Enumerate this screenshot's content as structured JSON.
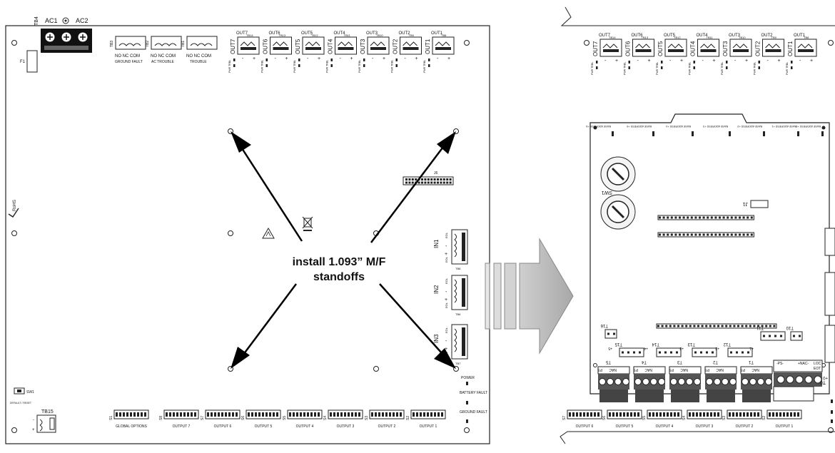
{
  "instruction": {
    "line1": "install 1.093” M/F",
    "line2": "standoffs"
  },
  "left_board": {
    "tb4": "TB4",
    "ac1": "AC1",
    "ac2": "AC2",
    "f1": "F1",
    "rohs": "RoHS",
    "relays": [
      {
        "tb": "TB3",
        "nc_row": "NO NC COM",
        "label": "GROUND FAULT"
      },
      {
        "tb": "TB2",
        "nc_row": "NO NC COM",
        "label": "AC TROUBLE"
      },
      {
        "tb": "TB1",
        "nc_row": "NO NC COM",
        "label": "TROUBLE"
      }
    ],
    "outputs": [
      {
        "label": "OUT7",
        "tb": "TB14"
      },
      {
        "label": "OUT6",
        "tb": "TB13"
      },
      {
        "label": "OUT5",
        "tb": "TB12"
      },
      {
        "label": "OUT4",
        "tb": "TB11"
      },
      {
        "label": "OUT3",
        "tb": "TB10"
      },
      {
        "label": "OUT2",
        "tb": "TB9"
      },
      {
        "label": "OUT1",
        "tb": "TB8"
      }
    ],
    "pwr_trbl": "PWR TRBL",
    "minus": "-",
    "plus": "+",
    "inputs": [
      {
        "label": "IN1",
        "tb": "TB8",
        "eol": "EOL"
      },
      {
        "label": "IN2",
        "tb": "TB6",
        "eol": "EOL"
      },
      {
        "label": "IN3",
        "tb": "TB7",
        "eol": "EOL"
      }
    ],
    "leds": [
      "POWER",
      "BATTERY FAULT",
      "GROUND FAULT"
    ],
    "dip_labels": [
      "GLOBAL OPTIONS",
      "OUTPUT 7",
      "OUTPUT 6",
      "OUTPUT 5",
      "OUTPUT 4",
      "OUTPUT 3",
      "OUTPUT 2",
      "OUTPUT 1"
    ],
    "s_labels": [
      "S1",
      "S8",
      "S7",
      "S6",
      "S5",
      "S4",
      "S3",
      "S2"
    ],
    "tb15": "TB15",
    "sw1": "SW1",
    "sw_caption": "DEFAULT / RESET",
    "j6": "J6"
  },
  "right_board": {
    "outputs": [
      {
        "label": "OUT7",
        "tb": "TB14"
      },
      {
        "label": "OUT6",
        "tb": "TB13"
      },
      {
        "label": "OUT5",
        "tb": "TB12"
      },
      {
        "label": "OUT4",
        "tb": "TB11"
      },
      {
        "label": "OUT3",
        "tb": "TB10"
      },
      {
        "label": "OUT2",
        "tb": "TB9"
      },
      {
        "label": "OUT1",
        "tb": "TB8"
      }
    ],
    "base_addresses": [
      "BASE ADDRESS +6",
      "BASE ADDRESS +5",
      "BASE ADDRESS +4",
      "BASE ADDRESS +3",
      "BASE ADDRESS +2",
      "BASE ADDRESS +1",
      "BASE ADDRESS +0"
    ],
    "sw1": "SW1",
    "j1": "J1",
    "connectors": [
      "T16",
      "T15",
      "T14",
      "T13",
      "T12",
      "T11",
      "T10"
    ],
    "plus_labels": [
      "+5",
      "+4",
      "+3",
      "+2",
      "+1"
    ],
    "module_terms": [
      {
        "ps": "PS",
        "nac": "NAC",
        "t": "T5"
      },
      {
        "ps": "PS",
        "nac": "NAC",
        "t": "T4"
      },
      {
        "ps": "PS",
        "nac": "NAC",
        "t": "T3"
      },
      {
        "ps": "PS",
        "nac": "NAC",
        "t": "T2"
      },
      {
        "ps": "PS",
        "nac": "NAC",
        "t": "T1"
      }
    ],
    "t0_labels": [
      "-PS-",
      "+NAC-",
      "LOC",
      "EOT",
      "T0",
      "+0"
    ],
    "dip_labels": [
      "OUTPUT 6",
      "OUTPUT 5",
      "OUTPUT 4",
      "OUTPUT 3",
      "OUTPUT 2",
      "OUTPUT 1"
    ],
    "s_labels": [
      "S7",
      "S6",
      "S5",
      "S4",
      "S3",
      "S2"
    ]
  }
}
